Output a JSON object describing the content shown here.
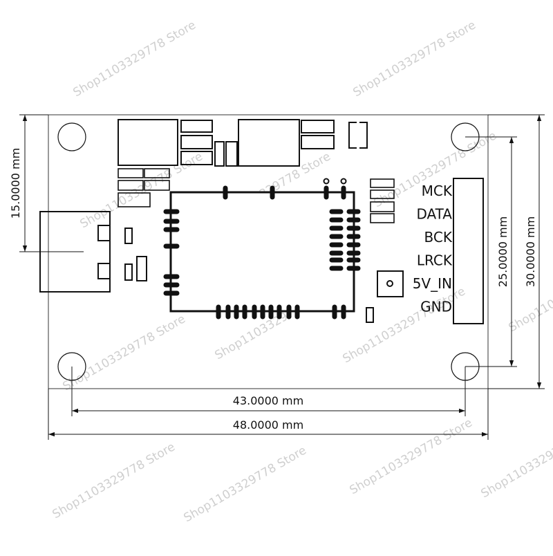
{
  "board": {
    "pins": [
      "MCK",
      "DATA",
      "BCK",
      "LRCK",
      "5V_IN",
      "GND"
    ]
  },
  "dimensions": {
    "hole_spacing_x": "43.0000 mm",
    "board_width": "48.0000 mm",
    "hole_spacing_y": "25.0000 mm",
    "board_height": "30.0000 mm",
    "connector_offset": "15.0000 mm"
  },
  "watermark": {
    "text": "Shop1103329778 Store"
  },
  "colors": {
    "line": "#111111",
    "watermark": "#cfcfcf",
    "background": "#ffffff"
  }
}
